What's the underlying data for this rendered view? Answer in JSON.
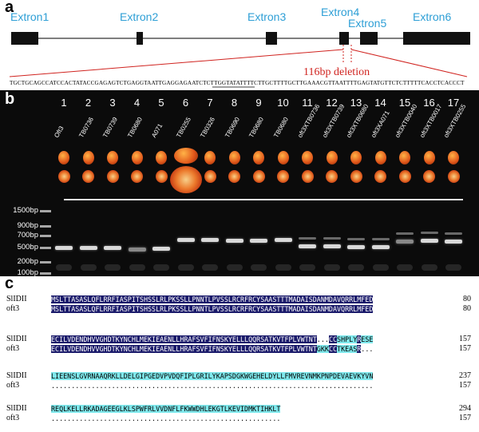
{
  "panel_labels": {
    "a": "a",
    "b": "b",
    "c": "c"
  },
  "gene_diagram": {
    "exon_labels": [
      "Extron1",
      "Extron2",
      "Extron3",
      "Extron4",
      "Extron5",
      "Extron6"
    ],
    "sequence": "TGCTGCAGCCATCCACTATACCGAGAGTCTGAGGTAATTGAGGAGAATCTCTTGGTATATTTTCTTGCTTTTGCTTGAAACGTTAATTTTGAGTATGTTCTCTTTTTCACCTCACCCT",
    "deletion_label": "116bp   deletion",
    "colors": {
      "exon": "#111111",
      "label": "#2e9fd6",
      "annotation": "#d0231f"
    }
  },
  "gel": {
    "lane_numbers": [
      "1",
      "2",
      "3",
      "4",
      "5",
      "6",
      "7",
      "8",
      "9",
      "10",
      "11",
      "12",
      "13",
      "14",
      "15",
      "16",
      "17"
    ],
    "lane_names": [
      "Oft3",
      "TB0736",
      "TB0739",
      "TB0680",
      "A071",
      "TB0255",
      "TB0326",
      "TB0690",
      "TB0680",
      "TB0680",
      "oft3XTB0736",
      "oft3XTB0739",
      "oft3XTB0680",
      "oft3XA071",
      "oft3XTB0040",
      "oft3XTB0017",
      "oft3XTB0255"
    ],
    "ladder": [
      "1500bp",
      "900bp",
      "700bp",
      "500bp",
      "200bp",
      "100bp"
    ]
  },
  "alignment": {
    "blocks": [
      {
        "rows": [
          {
            "name": "SlIDII",
            "pos": "80",
            "segments": [
              {
                "t": "MSLTTASASLQFLRRFIASPITSHSSLRLPKSSLLPNNTLPVSSLRCRFRCYSAASTTTMADAISDANMDAVQRRLMFED",
                "c": "dark"
              }
            ]
          },
          {
            "name": "oft3",
            "pos": "80",
            "segments": [
              {
                "t": "MSLTTASASLQFLRRFIASPITSHSSLRLPKSSLLPNNTLPVSSLRCRFRCYSAASTTTMADAISDANMDAVQRRLMFED",
                "c": "dark"
              }
            ]
          }
        ]
      },
      {
        "rows": [
          {
            "name": "SlIDII",
            "pos": "157",
            "segments": [
              {
                "t": "ECILVDENDHVVGHDTKYNCHLMEKIEAENLLHRAFSVFIFNSKYELLLQQRSATKVTFPLVWTNT",
                "c": "dark"
              },
              {
                "t": "...",
                "c": "plain"
              },
              {
                "t": "CC",
                "c": "dark"
              },
              {
                "t": "SHPLY",
                "c": "cyan"
              },
              {
                "t": "R",
                "c": "dark"
              },
              {
                "t": "ESE",
                "c": "cyan"
              }
            ]
          },
          {
            "name": "oft3",
            "pos": "157",
            "segments": [
              {
                "t": "ECILVDENDHVVGHDTKYNCHLMEKIEAENLLHRAFSVFIFNSKYELLLQQRSATKVTFPLVWTNT",
                "c": "dark"
              },
              {
                "t": "GKK",
                "c": "cyan"
              },
              {
                "t": "CC",
                "c": "dark"
              },
              {
                "t": "TKEAS",
                "c": "cyan"
              },
              {
                "t": "R",
                "c": "dark"
              },
              {
                "t": "...",
                "c": "plain"
              }
            ]
          }
        ]
      },
      {
        "rows": [
          {
            "name": "SlIDII",
            "pos": "237",
            "segments": [
              {
                "t": "LIEENSLGVRNAAQRKLLDELGIPGEDVPVDQFIPLGRILYKAPSDGKWGEHELDYLLFMVREVNMKPNPDEVAEVKYVN",
                "c": "cyan"
              }
            ]
          },
          {
            "name": "oft3",
            "pos": "157",
            "segments": [
              {
                "t": "................................................................................",
                "c": "plain"
              }
            ]
          }
        ]
      },
      {
        "rows": [
          {
            "name": "SlIDII",
            "pos": "294",
            "segments": [
              {
                "t": "REQLKELLRKADAGEEGLKLSPWFRLVVDNFLFKWWDHLEKGTLKEVIDMKTIHKLT",
                "c": "cyan"
              }
            ]
          },
          {
            "name": "oft3",
            "pos": "157",
            "segments": [
              {
                "t": ".........................................................",
                "c": "plain"
              }
            ]
          }
        ]
      }
    ]
  }
}
